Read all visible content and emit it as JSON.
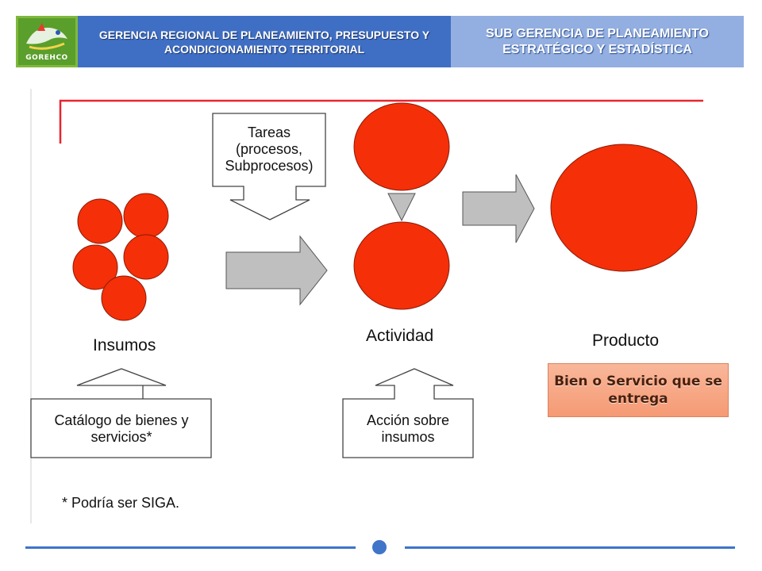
{
  "header": {
    "logo_text": "GOREHCO",
    "left_title": "GERENCIA REGIONAL DE PLANEAMIENTO, PRESUPUESTO Y ACONDICIONAMIENTO TERRITORIAL",
    "right_title": "SUB GERENCIA DE PLANEAMIENTO ESTRATÉGICO Y ESTADÍSTICA"
  },
  "diagram": {
    "tareas_callout": "Tareas (procesos, Subprocesos)",
    "insumos_label": "Insumos",
    "actividad_label": "Actividad",
    "producto_label": "Producto",
    "catalogo_callout": "Catálogo de bienes y servicios*",
    "accion_callout": "Acción sobre insumos",
    "producto_note": "Bien o Servicio que se entrega",
    "footnote": "* Podría ser SIGA."
  },
  "colors": {
    "circle_fill": "#f52f08",
    "arrow_fill": "#bfbfbf",
    "bracket_line": "#e8252f",
    "header_left_bg": "#3f6fc4",
    "header_right_bg": "#93aee0",
    "logo_bg": "#5a9e2b",
    "note_box_bg": "#f7a27e",
    "footer_accent": "#3f74c9"
  }
}
